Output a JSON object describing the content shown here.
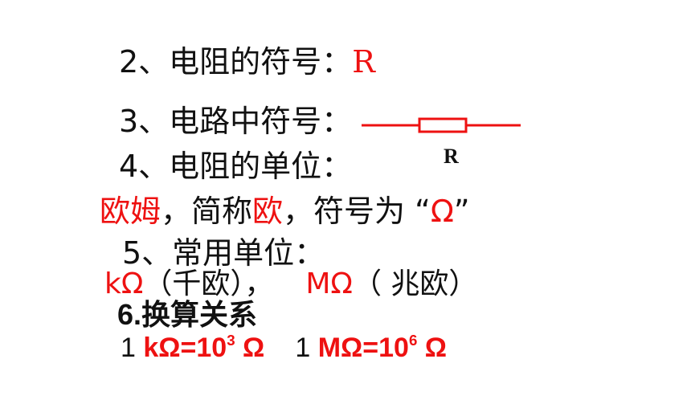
{
  "line2": {
    "prefix": "2、电阻的符号：",
    "symbol": "R"
  },
  "line3": {
    "prefix": "3、电路中符号："
  },
  "resistor": {
    "label": "R",
    "color": "#ee1111"
  },
  "line4": {
    "text": "4、电阻的单位："
  },
  "unit_line": {
    "part1": "欧姆",
    "part2": "，简称",
    "part3": "欧",
    "part4": "，符号为 “",
    "part5": "Ω",
    "part6": "”"
  },
  "line5": {
    "text": "5、常用单位："
  },
  "units_line": {
    "k_symbol": "kΩ",
    "k_name": "（千欧），",
    "m_symbol": "MΩ",
    "m_name": "（ 兆欧）"
  },
  "line6": {
    "text": "6.换算关系"
  },
  "conversion": {
    "k_lead": "1 ",
    "k_expr": "kΩ=10",
    "k_exp": "3",
    "k_unit": " Ω",
    "m_lead": "1 ",
    "m_expr": "MΩ=10",
    "m_exp": "6",
    "m_unit": " Ω"
  },
  "colors": {
    "red": "#ee1111",
    "text": "#111111"
  }
}
